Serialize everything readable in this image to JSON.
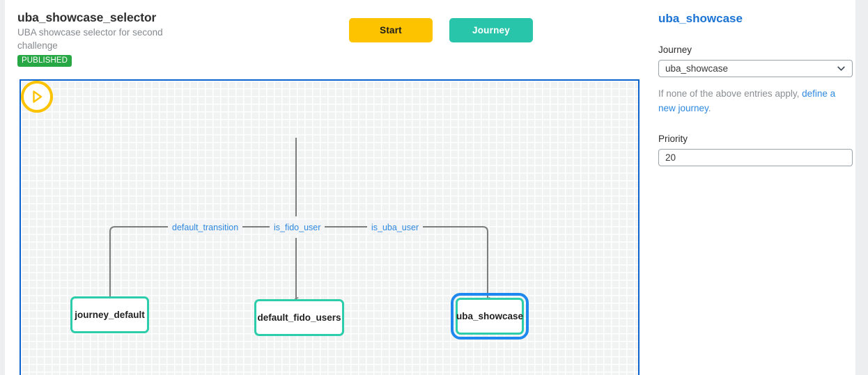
{
  "header": {
    "title": "uba_showcase_selector",
    "subtitle": "UBA showcase selector for second challenge",
    "status": "PUBLISHED",
    "status_color": "#28a745"
  },
  "toolbar": {
    "start_label": "Start",
    "start_color": "#fdc300",
    "journey_label": "Journey",
    "journey_color": "#29c5ab"
  },
  "canvas": {
    "border_color": "#0b62cd",
    "grid_color": "#f1f2f2",
    "start_node": {
      "icon": "play-circle-icon",
      "color": "#fdc300"
    },
    "edge_labels": [
      {
        "text": "default_transition"
      },
      {
        "text": "is_fido_user"
      },
      {
        "text": "is_uba_user"
      }
    ],
    "nodes": [
      {
        "label": "journey_default",
        "selected": false,
        "color": "#2bcdaa"
      },
      {
        "label": "default_fido_users",
        "selected": false,
        "color": "#2bcdaa"
      },
      {
        "label": "uba_showcase",
        "selected": true,
        "color": "#2bcdaa",
        "selection_color": "#1e88ef"
      }
    ]
  },
  "panel": {
    "title": "uba_showcase",
    "title_color": "#1a73d4",
    "journey_label": "Journey",
    "journey_value": "uba_showcase",
    "journey_options": [
      "uba_showcase"
    ],
    "helper_prefix": "If none of the above entries apply, ",
    "helper_link": "define a new journey",
    "helper_suffix": ".",
    "priority_label": "Priority",
    "priority_value": "20",
    "chevron_icon": "chevron-down-icon"
  }
}
